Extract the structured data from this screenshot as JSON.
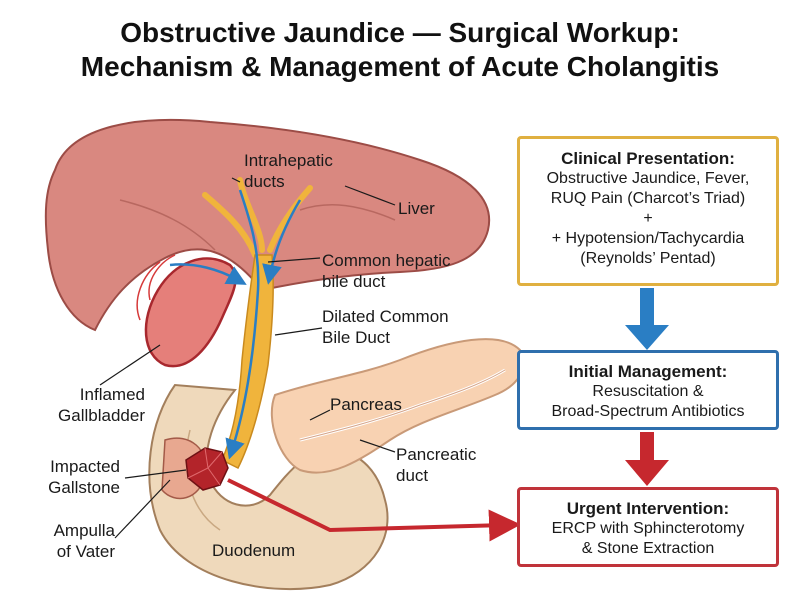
{
  "title": {
    "line1": "Obstructive Jaundice — Surgical Workup:",
    "line2": "Mechanism & Management of Acute Cholangitis"
  },
  "labels": {
    "intrahepatic": [
      "Intrahepatic",
      "ducts"
    ],
    "liver": "Liver",
    "common_hepatic": [
      "Common hepatic",
      "bile duct"
    ],
    "dilated_cbd": [
      "Dilated Common",
      "Bile Duct"
    ],
    "pancreas": "Pancreas",
    "pancreatic_duct": [
      "Pancreatic",
      "duct"
    ],
    "gallbladder": [
      "Inflamed",
      "Gallbladder"
    ],
    "gallstone": [
      "Impacted",
      "Gallstone"
    ],
    "ampulla": [
      "Ampulla",
      "of Vater"
    ],
    "duodenum": "Duodenum"
  },
  "flow": {
    "presentation": {
      "heading": "Clinical Presentation:",
      "lines": [
        "Obstructive Jaundice, Fever,",
        "RUQ Pain (Charcot’s Triad)",
        "+",
        "+ Hypotension/Tachycardia",
        "(Reynolds’ Pentad)"
      ],
      "border_color": "#e0b040"
    },
    "initial": {
      "heading": "Initial Management:",
      "lines": [
        "Resuscitation &",
        "Broad-Spectrum Antibiotics"
      ],
      "border_color": "#2f6fad"
    },
    "urgent": {
      "heading": "Urgent Intervention:",
      "lines": [
        "ERCP with Sphincterotomy",
        "& Stone Extraction"
      ],
      "border_color": "#c0333a"
    }
  },
  "colors": {
    "liver": "#d98880",
    "bile": "#f0b43c",
    "pancreas": "#f8d2b2",
    "duodenum": "#efd9bb",
    "arrow_blue": "#2a7ec4",
    "arrow_red": "#c6282e",
    "stone": "#b3242a"
  }
}
